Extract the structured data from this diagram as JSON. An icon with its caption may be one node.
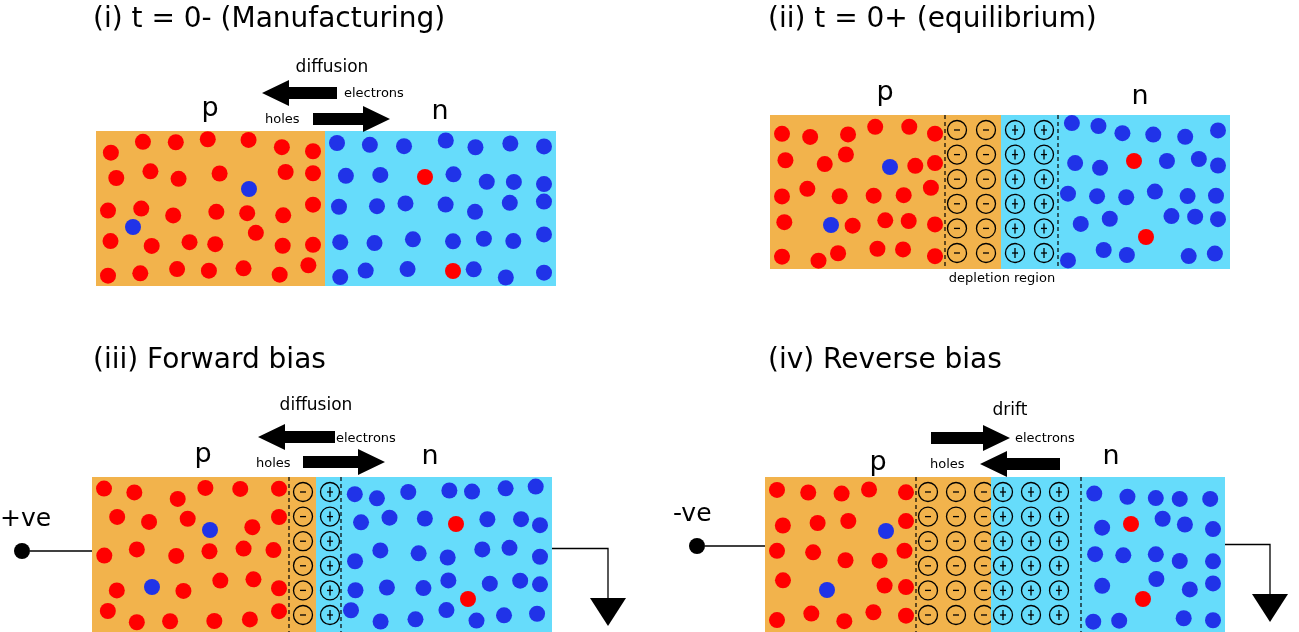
{
  "diagram": {
    "nodes": [
      {
        "text": [
          "p"
        ]
      },
      {
        "text": [
          "n"
        ]
      },
      {
        "text": [
          "p"
        ]
      },
      {
        "text": [
          "n"
        ]
      },
      {
        "text": [
          "p"
        ]
      },
      {
        "text": [
          "n"
        ]
      },
      {
        "text": [],
        "shape": "circle",
        "beside": [
          "+ve"
        ]
      },
      {
        "text": [],
        "shape": "triangle"
      },
      {
        "text": [
          "p"
        ]
      },
      {
        "text": [
          "n"
        ]
      },
      {
        "text": [],
        "shape": "circle",
        "beside": [
          "-ve"
        ]
      },
      {
        "text": [],
        "shape": "triangle"
      }
    ],
    "edges": [
      {
        "from": 6,
        "to": 4,
        "arrow": "none"
      },
      {
        "from": 5,
        "to": 7,
        "arrow": "none"
      },
      {
        "from": 10,
        "to": 8,
        "arrow": "none"
      },
      {
        "from": 9,
        "to": 11,
        "arrow": "none"
      },
      {
        "from": 1,
        "to": 0,
        "arrow": "to",
        "style": "thick"
      },
      {
        "from": 0,
        "to": 1,
        "arrow": "to",
        "style": "thick"
      },
      {
        "from": 5,
        "to": 4,
        "arrow": "to",
        "style": "thick"
      },
      {
        "from": 4,
        "to": 5,
        "arrow": "to",
        "style": "thick"
      },
      {
        "from": 8,
        "to": 9,
        "arrow": "to",
        "style": "thick"
      },
      {
        "from": 9,
        "to": 8,
        "arrow": "to",
        "style": "thick"
      }
    ],
    "labels": [
      "(i) t = 0- (Manufacturing)",
      "(ii) t = 0+ (equilibrium)",
      "diffusion",
      "electrons",
      "holes",
      "depletion region",
      "(iii) Forward bias",
      "(iv) Reverse bias",
      "diffusion",
      "electrons",
      "holes",
      "drift",
      "electrons",
      "holes"
    ]
  }
}
